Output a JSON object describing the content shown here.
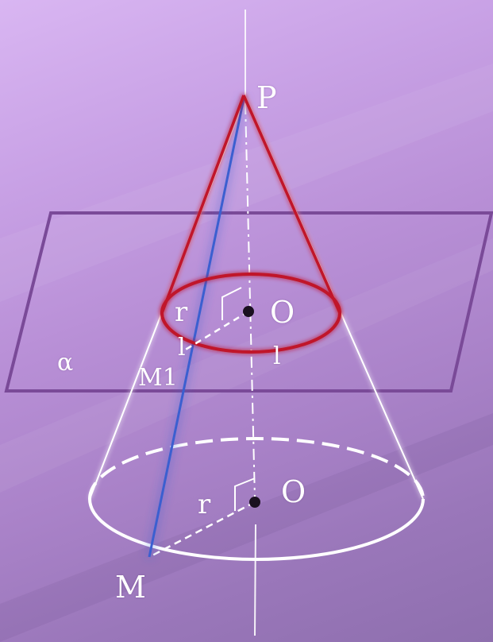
{
  "labels": {
    "apex": "P",
    "upper_center": "O",
    "lower_center": "O",
    "upper_radius": "r",
    "lower_radius": "r",
    "upper_len_left": "l",
    "upper_len_right": "l",
    "plane": "α",
    "upper_point": "M1",
    "lower_point": "M"
  },
  "colors": {
    "cone_top": "#c0122a",
    "generatrix": "#3b5fd0",
    "plane_border": "#7a4a98",
    "lines": "#ffffff",
    "dots": "#1a1020"
  }
}
